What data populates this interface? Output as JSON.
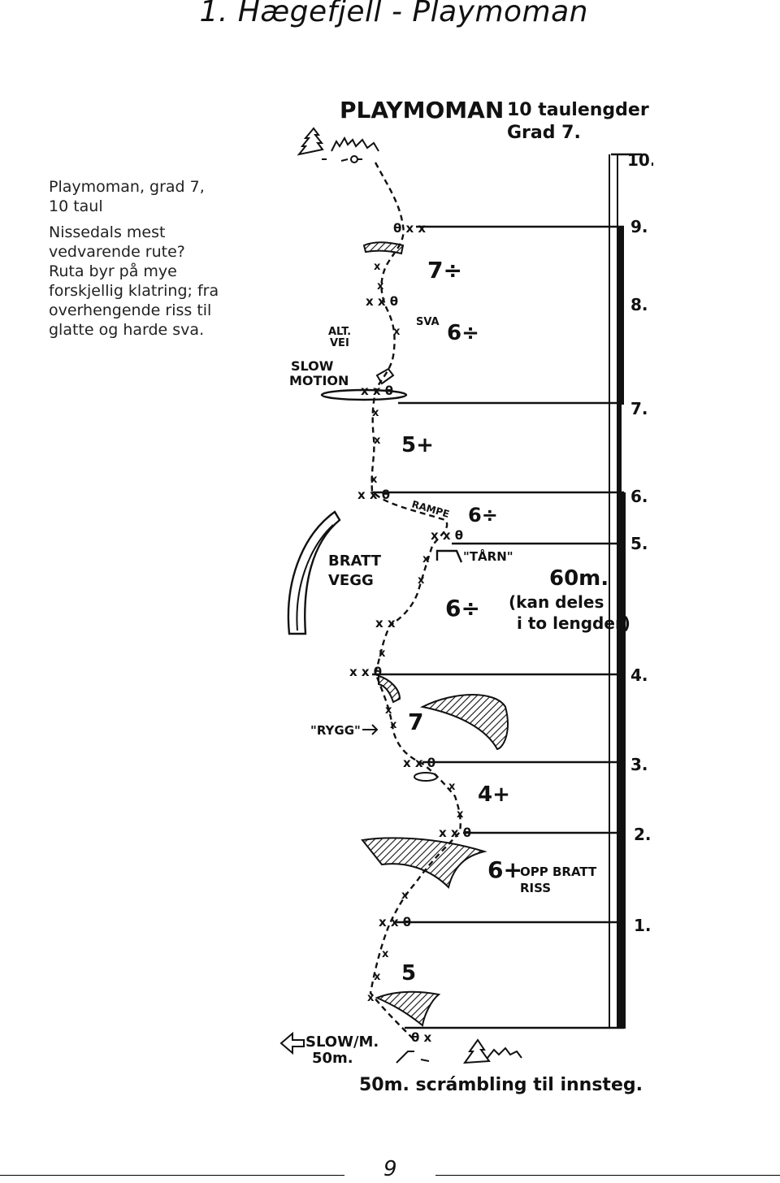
{
  "page": {
    "title": "1. Hægefjell - Playmoman",
    "number": "9"
  },
  "intro": {
    "p1": "Playmoman, grad 7,\n10 taul",
    "p2": "Nissedals mest\nvedvarende rute?\nRuta byr på mye\nforskjellig klatring; fra\noverhengende riss til\nglatte og harde sva."
  },
  "topo": {
    "title": "PLAYMOMAN",
    "pitches_note": "10 taulengder",
    "grade_note": "Grad 7.",
    "pitch_labels": [
      "10.",
      "9.",
      "8.",
      "7.",
      "6.",
      "5.",
      "4.",
      "3.",
      "2.",
      "1."
    ],
    "grades": [
      "7÷",
      "6÷",
      "5+",
      "6÷",
      "6÷",
      "7",
      "4+",
      "6+",
      "5"
    ],
    "labels": {
      "alt_vei": "ALT.\nVEI",
      "sva": "SVA",
      "slow_motion": "SLOW\nMOTION",
      "rampe": "RAMPE",
      "tarn": "\"TÅRN\"",
      "bratt_vegg": "BRATT\nVEGG",
      "length": "60m.",
      "kan_deles": "(kan deles\ni to lengder)",
      "rygg": "\"RYGG\"",
      "opp_bratt_riss": "OPP BRATT\nRISS",
      "slow_m": "SLOW/M.\n50m.",
      "scrambling": "50m. scrámbling til innsteg."
    }
  }
}
